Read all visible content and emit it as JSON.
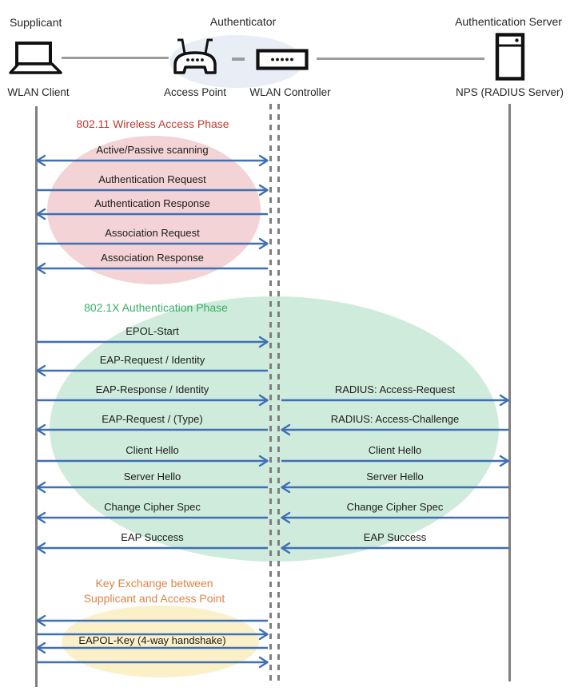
{
  "actors": {
    "supplicant": {
      "role": "Supplicant",
      "device": "WLAN Client",
      "icon": "laptop-icon"
    },
    "authenticator": {
      "role": "Authenticator",
      "devices": [
        {
          "label": "Access Point",
          "icon": "access-point-icon"
        },
        {
          "label": "WLAN Controller",
          "icon": "wlan-controller-icon"
        }
      ]
    },
    "auth_server": {
      "role": "Authentication Server",
      "device": "NPS (RADIUS Server)",
      "icon": "server-icon"
    }
  },
  "phases": [
    {
      "title": "802.11 Wireless Access Phase",
      "title_color": "#BE3B31",
      "fill": "#F3D3D5"
    },
    {
      "title": "802.1X Authentication Phase",
      "title_color": "#35AF67",
      "fill": "#CFEBDB"
    },
    {
      "title": "Key Exchange between\nSupplicant and Access Point",
      "title_color": "#DF8347",
      "fill": "#FCF0C8"
    }
  ],
  "colors": {
    "arrow": "#3F6FB5",
    "lifeline": "#7F7F7F",
    "connector": "#9B9B9B",
    "authenticator_halo": "#E9EDF6"
  },
  "messages": {
    "client_controller": [
      {
        "label": "Active/Passive scanning",
        "direction": "both"
      },
      {
        "label": "Authentication Request",
        "direction": "right"
      },
      {
        "label": "Authentication Response",
        "direction": "left"
      },
      {
        "label": "Association Request",
        "direction": "right"
      },
      {
        "label": "Association Response",
        "direction": "left"
      },
      {
        "label": "EPOL-Start",
        "direction": "right"
      },
      {
        "label": "EAP-Request / Identity",
        "direction": "left"
      },
      {
        "label": "EAP-Response / Identity",
        "direction": "right"
      },
      {
        "label": "EAP-Request / (Type)",
        "direction": "left"
      },
      {
        "label": "Client Hello",
        "direction": "right"
      },
      {
        "label": "Server Hello",
        "direction": "left"
      },
      {
        "label": "Change Cipher Spec",
        "direction": "left"
      },
      {
        "label": "EAP Success",
        "direction": "left"
      },
      {
        "label": "",
        "direction": "left"
      },
      {
        "label": "",
        "direction": "right"
      },
      {
        "label": "EAPOL-Key (4-way handshake)",
        "direction": "left"
      },
      {
        "label": "",
        "direction": "right"
      }
    ],
    "controller_server": [
      {
        "label": "RADIUS: Access-Request",
        "direction": "right"
      },
      {
        "label": "RADIUS: Access-Challenge",
        "direction": "left"
      },
      {
        "label": "Client Hello",
        "direction": "right"
      },
      {
        "label": "Server Hello",
        "direction": "left"
      },
      {
        "label": "Change Cipher Spec",
        "direction": "left"
      },
      {
        "label": "EAP Success",
        "direction": "left"
      }
    ]
  }
}
